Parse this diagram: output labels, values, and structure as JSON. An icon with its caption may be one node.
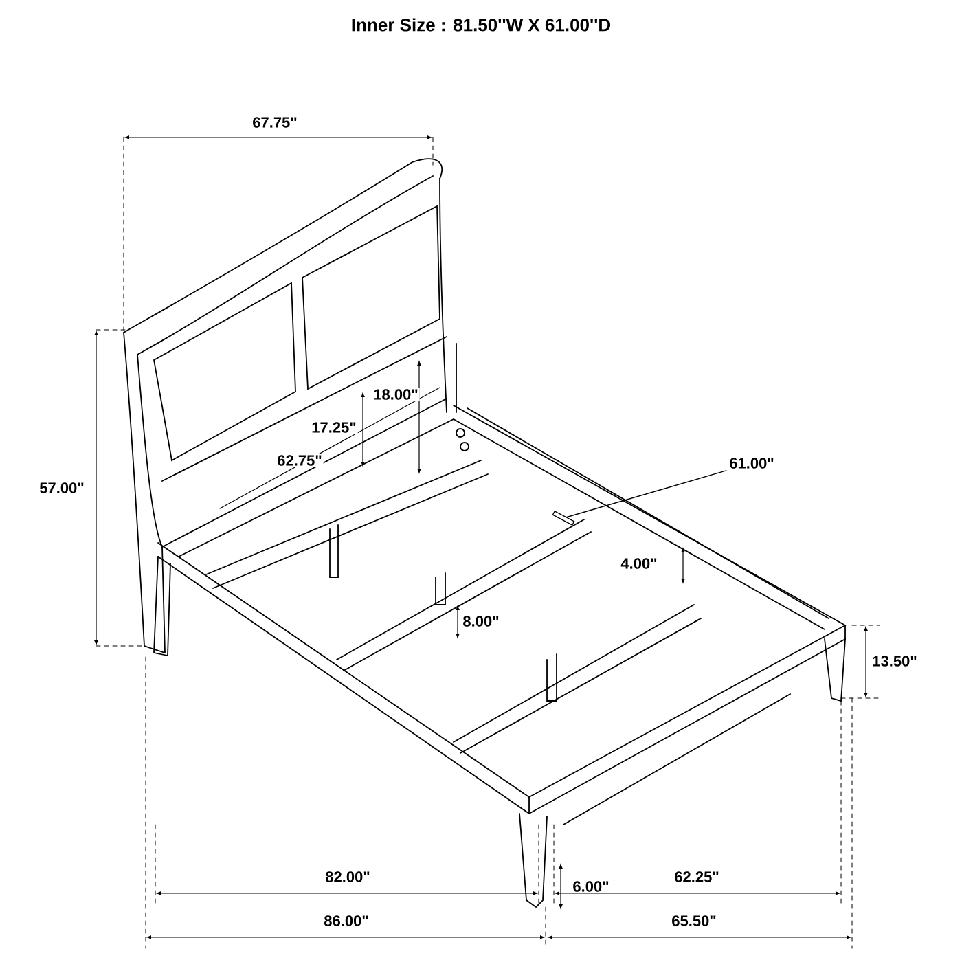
{
  "diagram": {
    "title": "Inner Size : 81.50''W X 61.00''D",
    "nodes": [
      {
        "text": [
          "61.00\""
        ]
      },
      {
        "text": [],
        "shape": "bar"
      }
    ],
    "edges": [
      {
        "from": 0,
        "to": 1,
        "arrow": "none"
      }
    ],
    "labels": [
      "67.75\"",
      "18.00\"",
      "17.25\"",
      "57.00\"",
      "62.75\"",
      "4.00\"",
      "8.00\"",
      "13.50\"",
      "6.00\"",
      "82.00\"",
      "62.25\"",
      "86.00\"",
      "65.50\""
    ]
  }
}
